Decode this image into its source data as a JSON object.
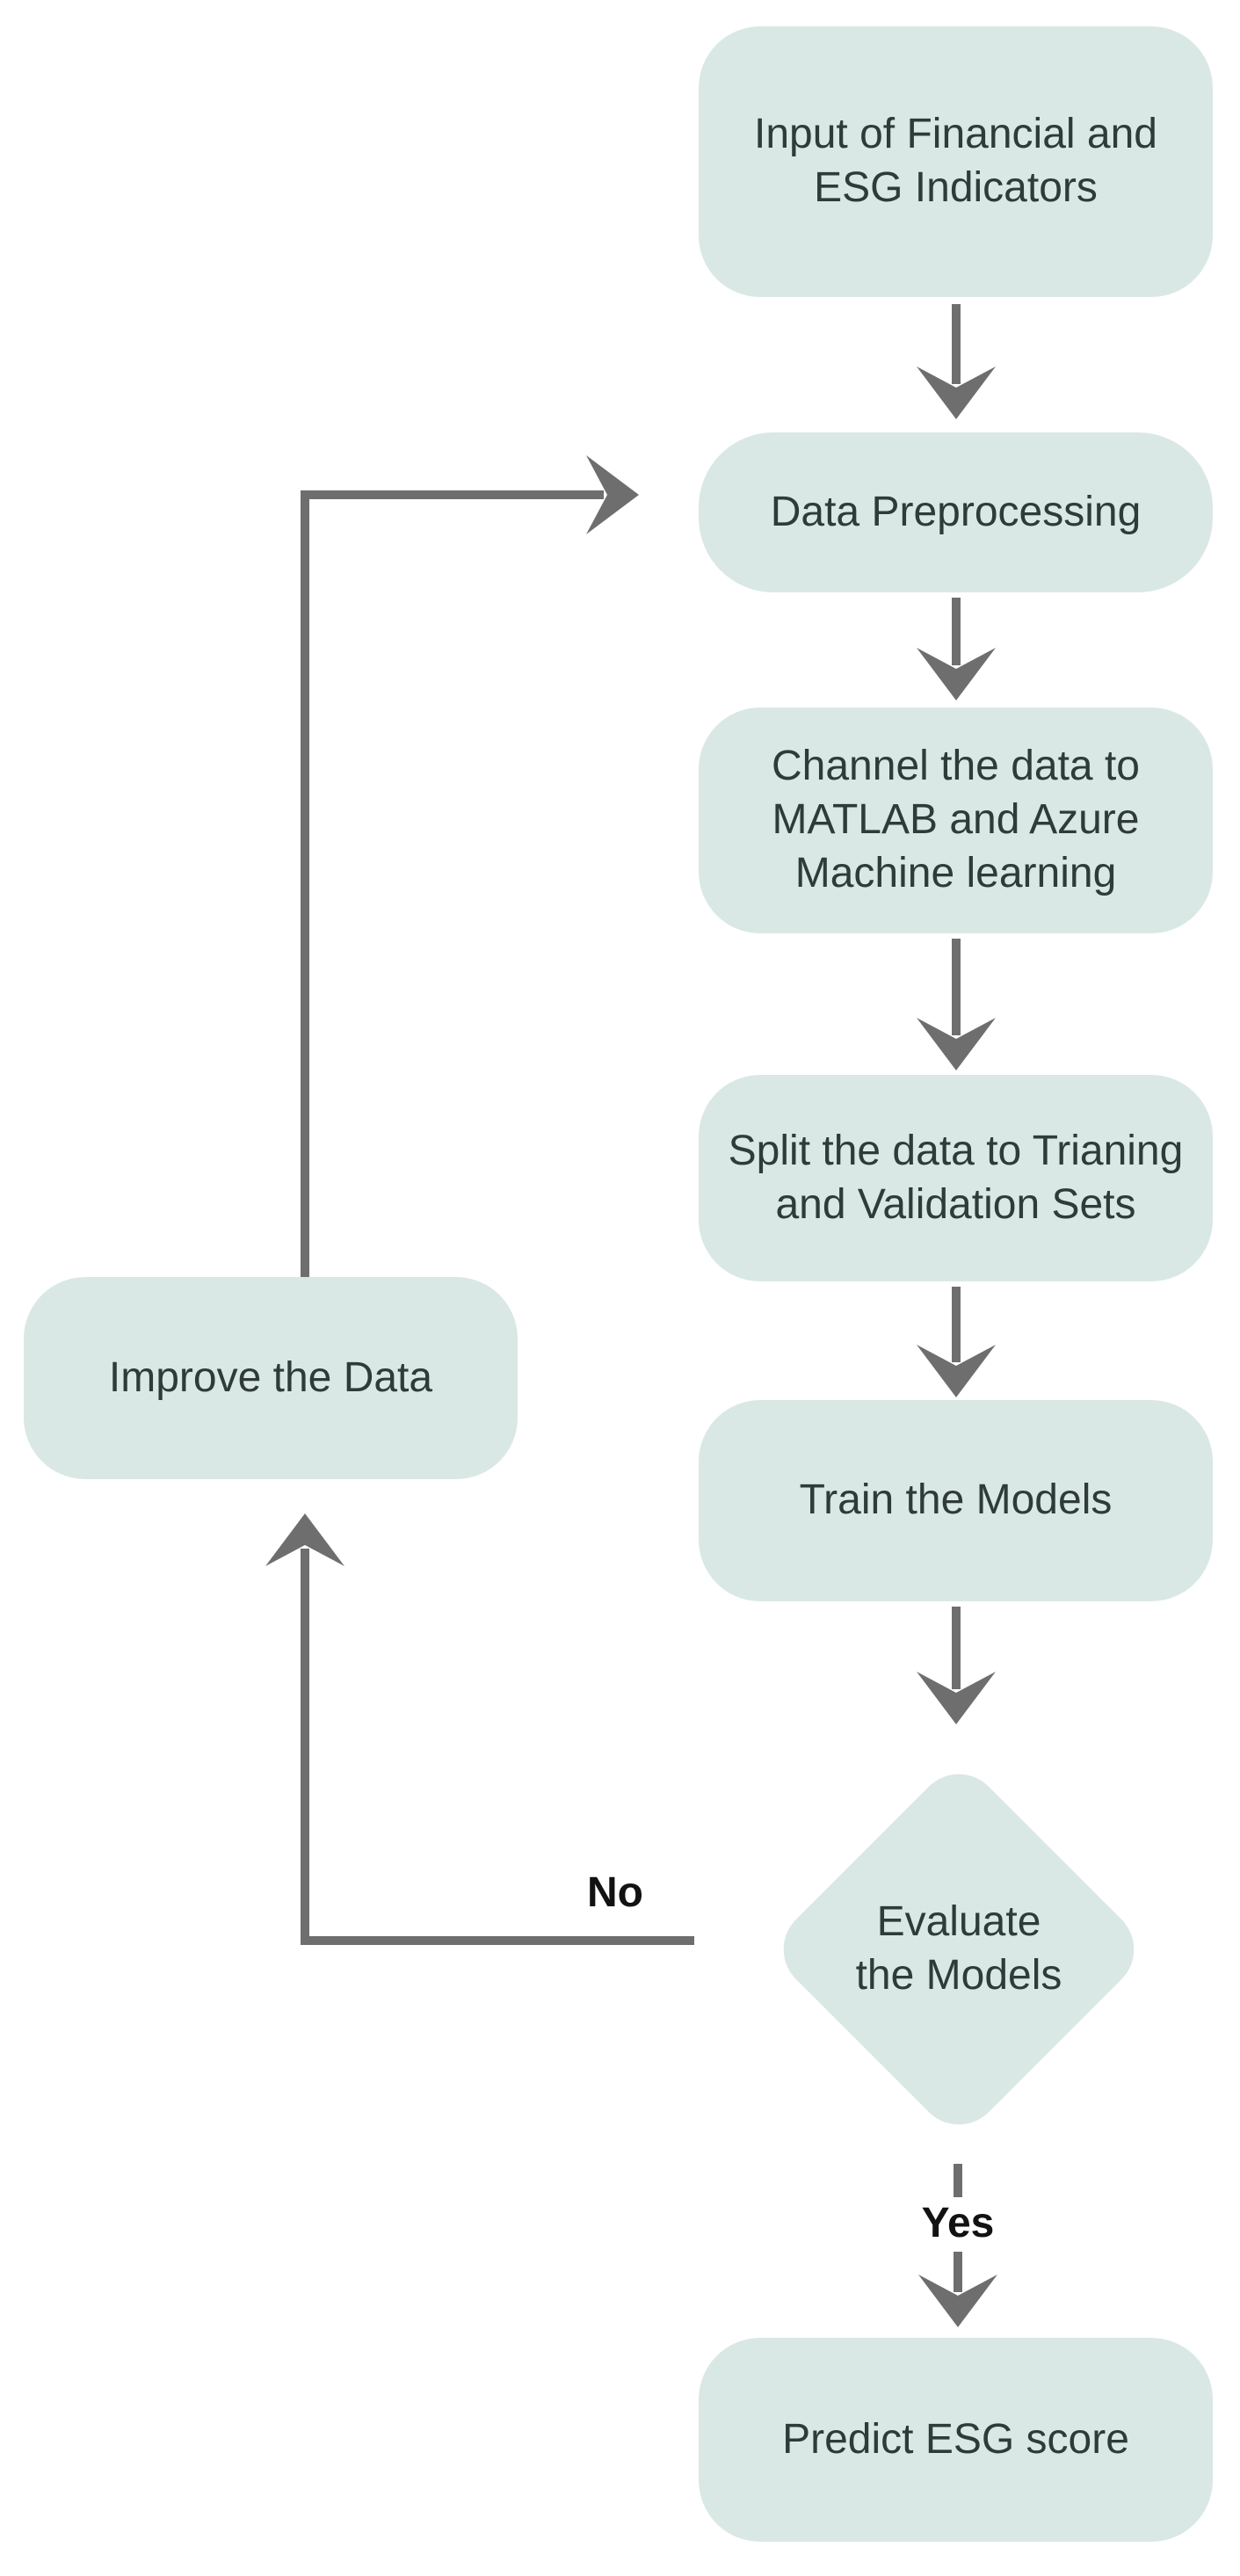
{
  "colors": {
    "background": "#ffffff",
    "node_fill": "#d9e8e4",
    "node_text": "#2e3b38",
    "arrow": "#6e6e6e",
    "edge_label_text": "#121212"
  },
  "nodes": {
    "input": {
      "shape": "rounded-rect",
      "label": "Input of Financial and\nESG Indicators"
    },
    "preprocess": {
      "shape": "rounded-rect",
      "label": "Data Preprocessing"
    },
    "channel": {
      "shape": "rounded-rect",
      "label": "Channel the data to\nMATLAB and Azure\nMachine learning"
    },
    "split": {
      "shape": "rounded-rect",
      "label": "Split the data to Trianing\nand Validation Sets"
    },
    "train": {
      "shape": "rounded-rect",
      "label": "Train the Models"
    },
    "evaluate": {
      "shape": "diamond",
      "label": "Evaluate\nthe Models"
    },
    "improve": {
      "shape": "rounded-rect",
      "label": "Improve the Data"
    },
    "predict": {
      "shape": "rounded-rect",
      "label": "Predict ESG score"
    }
  },
  "edge_labels": {
    "yes": "Yes",
    "no": "No"
  },
  "edges": [
    {
      "from": "input",
      "to": "preprocess",
      "label": ""
    },
    {
      "from": "preprocess",
      "to": "channel",
      "label": ""
    },
    {
      "from": "channel",
      "to": "split",
      "label": ""
    },
    {
      "from": "split",
      "to": "train",
      "label": ""
    },
    {
      "from": "train",
      "to": "evaluate",
      "label": ""
    },
    {
      "from": "evaluate",
      "to": "predict",
      "label": "Yes"
    },
    {
      "from": "evaluate",
      "to": "improve",
      "label": "No"
    },
    {
      "from": "improve",
      "to": "preprocess",
      "label": ""
    }
  ]
}
